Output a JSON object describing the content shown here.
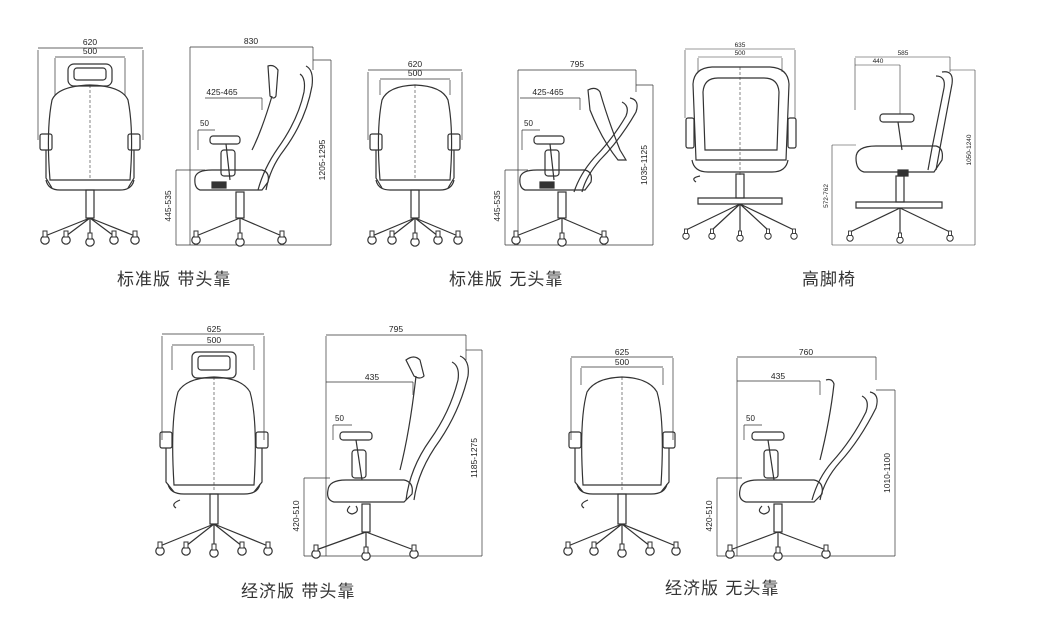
{
  "captions": {
    "std_headrest": "标准版 带头靠",
    "std_no_headrest": "标准版 无头靠",
    "stool": "高脚椅",
    "eco_headrest": "经济版 带头靠",
    "eco_no_headrest": "经济版 无头靠"
  },
  "dims": {
    "std_headrest": {
      "outer_width": "620",
      "inner_width": "500",
      "depth": "830",
      "arm_depth": "425-465",
      "arm_adj": "50",
      "seat_height": "445-535",
      "total_height": "1205-1295"
    },
    "std_no_headrest": {
      "outer_width": "620",
      "inner_width": "500",
      "depth": "795",
      "arm_depth": "425-465",
      "arm_adj": "50",
      "seat_height": "445-535",
      "total_height": "1035-1125"
    },
    "stool": {
      "outer_width": "635",
      "inner_width": "500",
      "depth": "585",
      "arm_depth": "440",
      "seat_height": "572-762",
      "total_height": "1050-1240"
    },
    "eco_headrest": {
      "outer_width": "625",
      "inner_width": "500",
      "depth": "795",
      "arm_depth": "435",
      "arm_adj": "50",
      "seat_height": "420-510",
      "total_height": "1185-1275"
    },
    "eco_no_headrest": {
      "outer_width": "625",
      "inner_width": "500",
      "depth": "760",
      "arm_depth": "435",
      "arm_adj": "50",
      "seat_height": "420-510",
      "total_height": "1010-1100"
    }
  }
}
